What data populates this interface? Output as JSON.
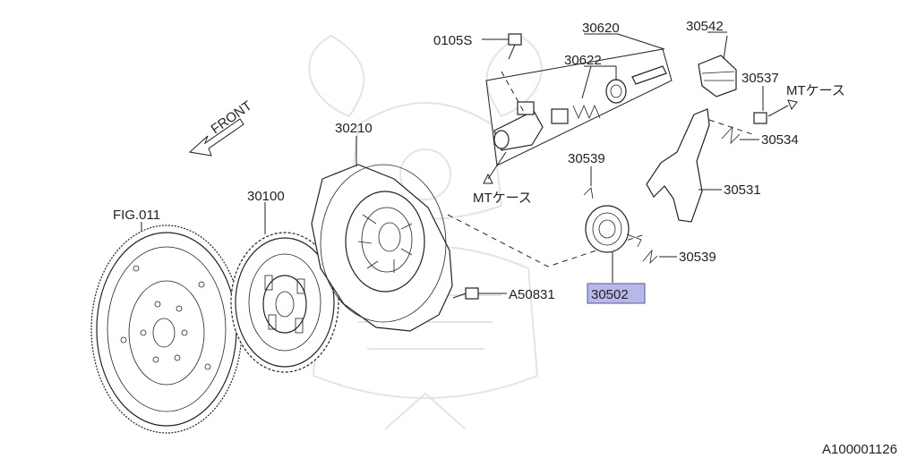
{
  "diagram": {
    "labels": {
      "fig011": "FIG.011",
      "p30100": "30100",
      "p30210": "30210",
      "p0105s": "0105S",
      "p30620": "30620",
      "p30622": "30622",
      "p30542": "30542",
      "p30537": "30537",
      "mt_case_top": "MTケース",
      "p30534": "30534",
      "p30539_top": "30539",
      "mt_case_mid": "MTケース",
      "p30531": "30531",
      "p30539_bottom": "30539",
      "p30502": "30502",
      "a50831": "A50831",
      "front": "FRONT",
      "diagram_id": "A100001126"
    },
    "colors": {
      "highlight_fill": "#b8b8e8",
      "highlight_stroke": "#5555aa",
      "line": "#222222",
      "watermark": "#e4e4e4"
    }
  }
}
